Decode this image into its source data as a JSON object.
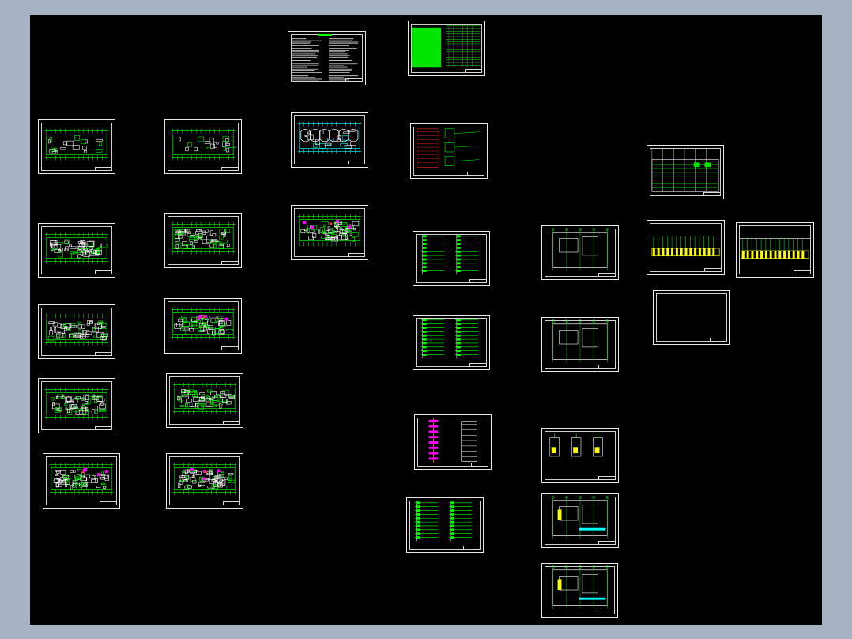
{
  "viewport": {
    "background_color": "#a7b2c4",
    "canvas_color": "#000000"
  },
  "colors": {
    "sheet_frame": "#e8e8e8",
    "line_green": "#00ff00",
    "line_cyan": "#00ffff",
    "line_white": "#ffffff",
    "line_magenta": "#ff00ff",
    "line_red": "#ff3030",
    "line_yellow": "#ffff00",
    "fill_green": "#00e400"
  },
  "sheets": [
    {
      "id": "design-notes",
      "kind": "notes"
    },
    {
      "id": "system-table",
      "kind": "green-table"
    },
    {
      "id": "floor-plan-1",
      "kind": "plan-sparse"
    },
    {
      "id": "floor-plan-2",
      "kind": "plan-sparse"
    },
    {
      "id": "roof-plan",
      "kind": "plan-cyan"
    },
    {
      "id": "riser-diagram-1",
      "kind": "riser-color"
    },
    {
      "id": "legend-table",
      "kind": "table-grid"
    },
    {
      "id": "floor-plan-3",
      "kind": "plan-dense"
    },
    {
      "id": "floor-plan-4",
      "kind": "plan-dense"
    },
    {
      "id": "floor-plan-5",
      "kind": "plan-dense-color"
    },
    {
      "id": "system-diagram-1",
      "kind": "diagram"
    },
    {
      "id": "pump-room-plan-1",
      "kind": "room-plan"
    },
    {
      "id": "elevation-1",
      "kind": "elevation-yellow"
    },
    {
      "id": "elevation-2",
      "kind": "elevation-yellow"
    },
    {
      "id": "blank-sheet",
      "kind": "blank"
    },
    {
      "id": "floor-plan-6",
      "kind": "plan-dense"
    },
    {
      "id": "floor-plan-7",
      "kind": "plan-dense-color"
    },
    {
      "id": "system-diagram-2",
      "kind": "diagram"
    },
    {
      "id": "pump-room-plan-2",
      "kind": "room-plan"
    },
    {
      "id": "floor-plan-8",
      "kind": "plan-dense"
    },
    {
      "id": "floor-plan-9",
      "kind": "plan-dense"
    },
    {
      "id": "section-riser",
      "kind": "section"
    },
    {
      "id": "detail-sheet-1",
      "kind": "details"
    },
    {
      "id": "floor-plan-10",
      "kind": "plan-dense-color"
    },
    {
      "id": "floor-plan-11",
      "kind": "plan-dense-color"
    },
    {
      "id": "system-diagram-3",
      "kind": "diagram"
    },
    {
      "id": "pump-room-plan-3",
      "kind": "room-plan-color"
    },
    {
      "id": "pump-room-plan-4",
      "kind": "room-plan-color"
    }
  ]
}
